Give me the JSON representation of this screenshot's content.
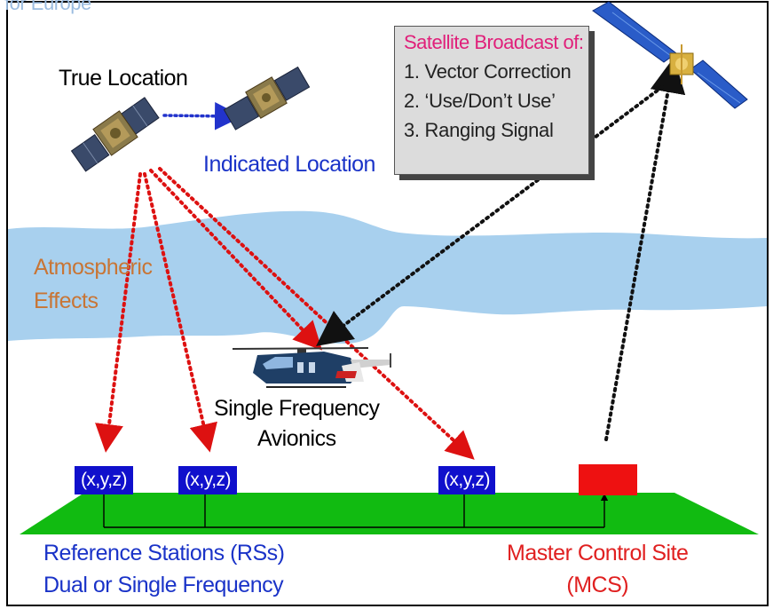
{
  "header_fragment": "for Europe",
  "labels": {
    "true_location": "True Location",
    "indicated_location": "Indicated Location",
    "atmospheric_line1": "Atmospheric",
    "atmospheric_line2": "Effects",
    "avionics_line1": "Single Frequency",
    "avionics_line2": "Avionics",
    "rs_line1": "Reference Stations (RSs)",
    "rs_line2": "Dual or Single Frequency",
    "mcs_line1": "Master Control Site",
    "mcs_line2": "(MCS)"
  },
  "broadcast": {
    "title": "Satellite Broadcast of:",
    "items": [
      "1.  Vector Correction",
      "2.  ‘Use/Don’t Use’",
      "3.  Ranging Signal"
    ]
  },
  "stations": [
    "(x,y,z)",
    "(x,y,z)",
    "(x,y,z)"
  ],
  "icons": {
    "gps_satellite": "gps-satellite-icon",
    "geo_satellite": "geostationary-satellite-icon",
    "helicopter": "helicopter-icon"
  },
  "colors": {
    "station_blue": "#1010cc",
    "mcs_red": "#ee1111",
    "ground_green": "#11bb11",
    "atmosphere_blue": "#a8d0ee",
    "signal_red": "#dd1111",
    "indicated_blue": "#1a33c8",
    "atmospheric_orange": "#c87535",
    "broadcast_pink": "#e0207a"
  }
}
